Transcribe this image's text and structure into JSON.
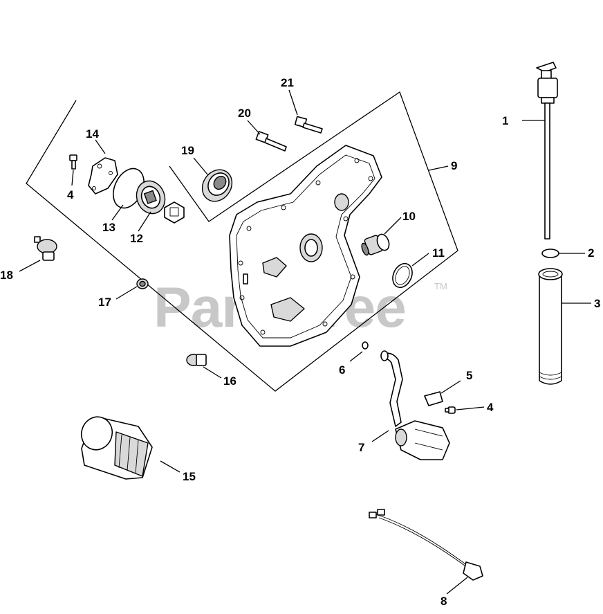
{
  "watermark": {
    "text": "PartsTree",
    "tm": "TM"
  },
  "callouts": {
    "c1": "1",
    "c2": "2",
    "c3": "3",
    "c4a": "4",
    "c4b": "4",
    "c5": "5",
    "c6": "6",
    "c7": "7",
    "c8": "8",
    "c9": "9",
    "c10": "10",
    "c11": "11",
    "c12": "12",
    "c13": "13",
    "c14": "14",
    "c15": "15",
    "c16": "16",
    "c17": "17",
    "c18": "18",
    "c19": "19",
    "c20": "20",
    "c21": "21"
  },
  "icons": [
    "dipstick",
    "o-ring",
    "dipstick-tube",
    "screw",
    "bracket",
    "pickup-tube",
    "wire-harness",
    "closure-plate",
    "breather",
    "seal",
    "oil-filter",
    "drain-plug",
    "oil-pressure-switch",
    "gear",
    "cover",
    "bolt"
  ]
}
